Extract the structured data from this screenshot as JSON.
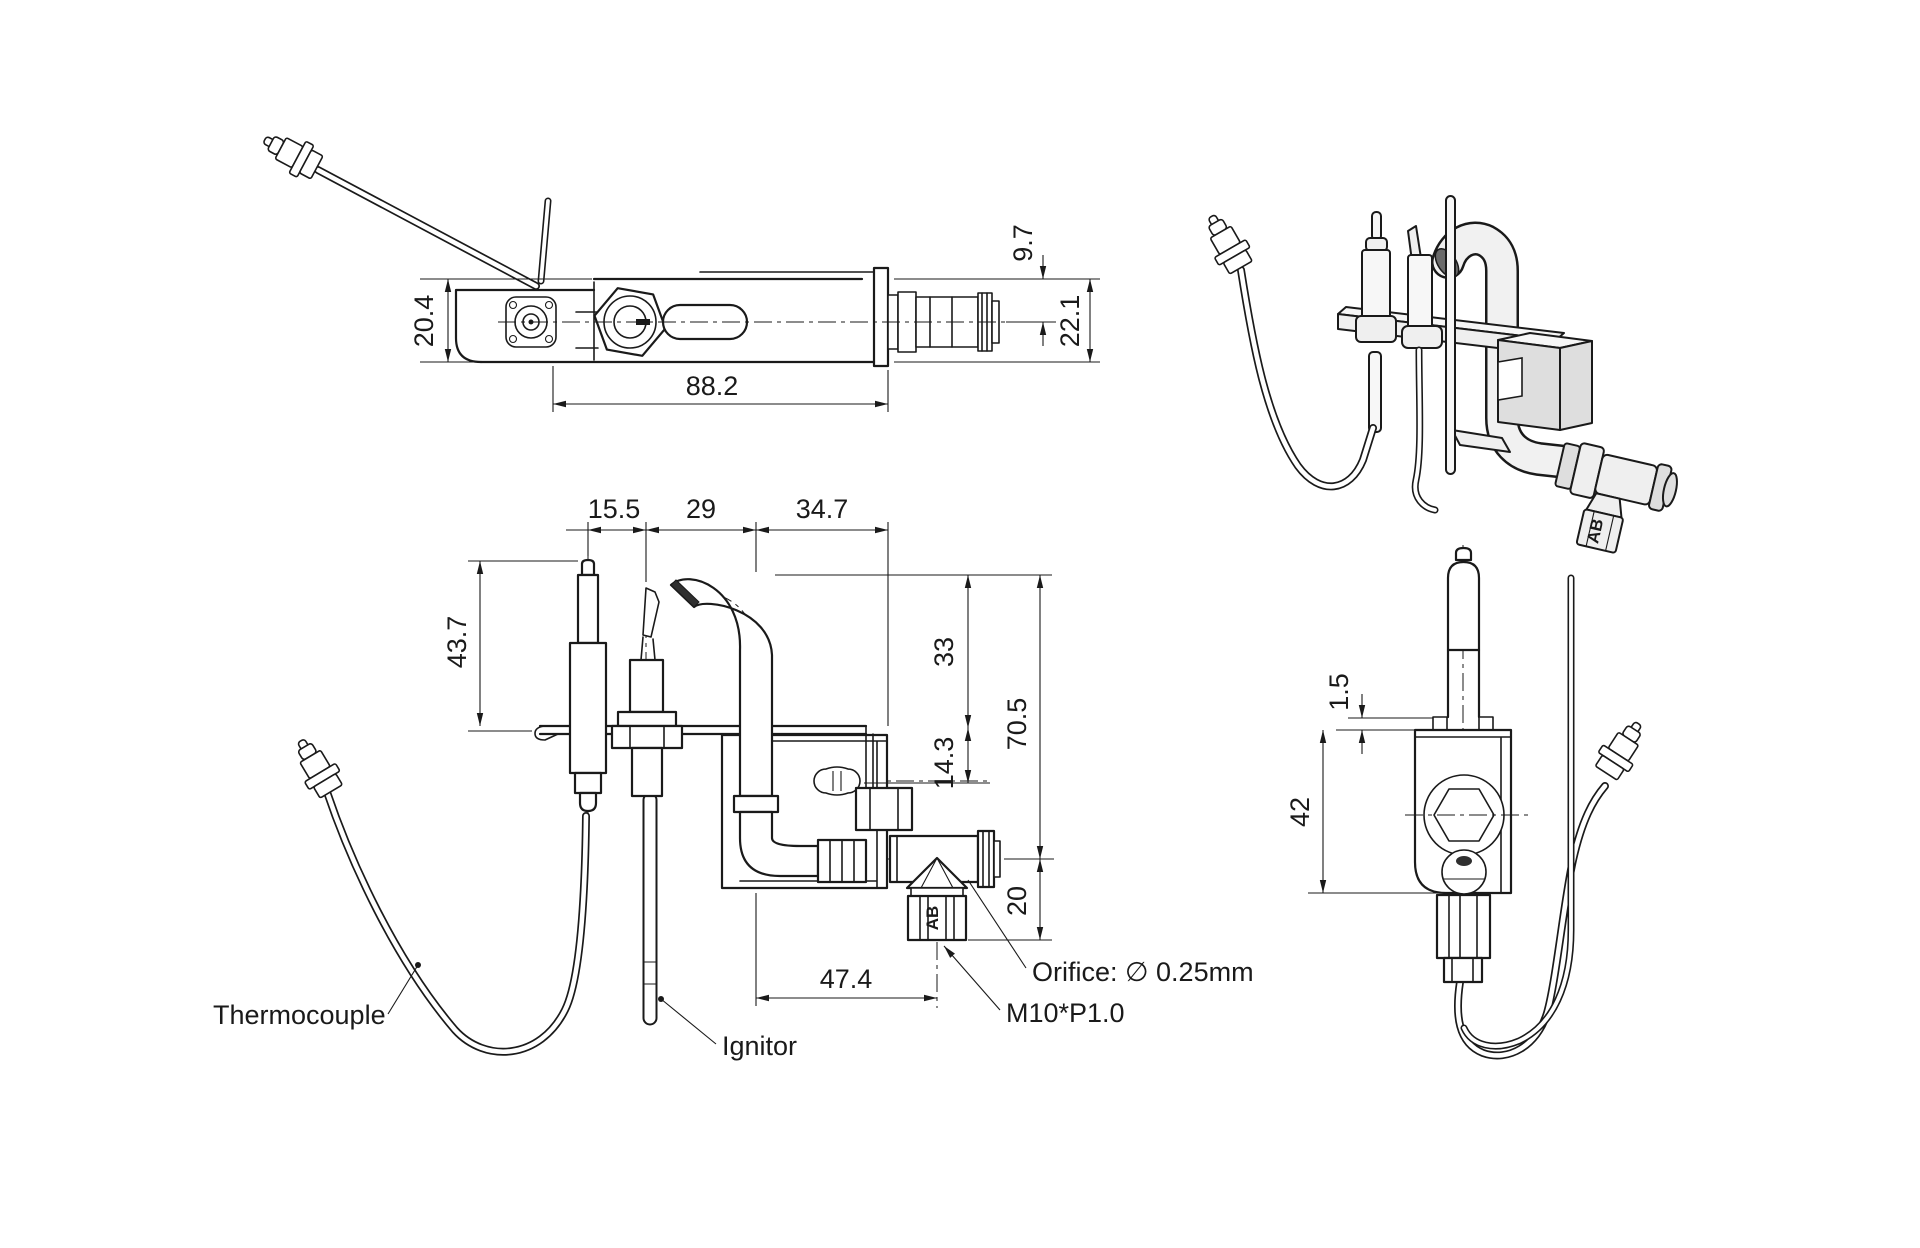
{
  "views": {
    "top_side": {
      "dims": {
        "height": "20.4",
        "length": "88.2",
        "axis_offset": "9.7",
        "overall_height": "22.1"
      }
    },
    "front": {
      "dims": {
        "spacing_tc_ignitor": "15.5",
        "spacing_ignitor_tube": "29",
        "spacing_tube_bracket": "34.7",
        "electrode_height": "43.7",
        "tube_to_plate": "33",
        "plate_to_slot": "14.3",
        "overall_height": "70.5",
        "axis_to_bottom": "20",
        "tube_to_orifice": "47.4"
      },
      "labels": {
        "thermocouple": "Thermocouple",
        "ignitor": "Ignitor",
        "orifice": "Orifice: ∅ 0.25mm",
        "thread": "M10*P1.0"
      }
    },
    "side": {
      "dims": {
        "flange_gap": "1.5",
        "body_height": "42"
      }
    }
  },
  "markings": {
    "valve_stamp": "AB"
  }
}
